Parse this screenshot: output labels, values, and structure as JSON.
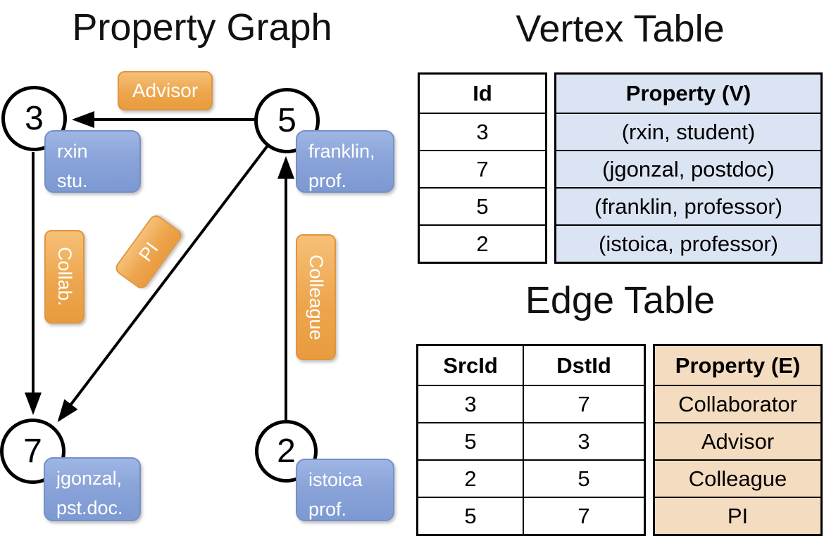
{
  "graph": {
    "title": "Property Graph",
    "nodes": [
      {
        "id": "3",
        "prop_line1": "rxin",
        "prop_line2": "stu."
      },
      {
        "id": "5",
        "prop_line1": "franklin,",
        "prop_line2": "prof."
      },
      {
        "id": "7",
        "prop_line1": "jgonzal,",
        "prop_line2": "pst.doc."
      },
      {
        "id": "2",
        "prop_line1": "istoica",
        "prop_line2": "prof."
      }
    ],
    "edges": [
      {
        "src": "5",
        "dst": "3",
        "label": "Advisor"
      },
      {
        "src": "3",
        "dst": "7",
        "label": "Collab."
      },
      {
        "src": "5",
        "dst": "7",
        "label": "PI"
      },
      {
        "src": "2",
        "dst": "5",
        "label": "Colleague"
      }
    ]
  },
  "vertex_table": {
    "title": "Vertex Table",
    "col_id": "Id",
    "col_prop": "Property (V)",
    "ids": [
      "3",
      "7",
      "5",
      "2"
    ],
    "props": [
      "(rxin, student)",
      "(jgonzal, postdoc)",
      "(franklin, professor)",
      "(istoica, professor)"
    ]
  },
  "edge_table": {
    "title": "Edge Table",
    "col_src": "SrcId",
    "col_dst": "DstId",
    "col_prop": "Property (E)",
    "rows": [
      {
        "src": "3",
        "dst": "7",
        "prop": "Collaborator"
      },
      {
        "src": "5",
        "dst": "3",
        "prop": "Advisor"
      },
      {
        "src": "2",
        "dst": "5",
        "prop": "Colleague"
      },
      {
        "src": "5",
        "dst": "7",
        "prop": "PI"
      }
    ]
  },
  "colors": {
    "edge_label_orange": "#eda64e",
    "vertex_label_blue": "#8aa4d9",
    "vertex_table_cell": "#dbe4f2",
    "edge_table_cell": "#f4dcc0",
    "line_black": "#000000"
  }
}
